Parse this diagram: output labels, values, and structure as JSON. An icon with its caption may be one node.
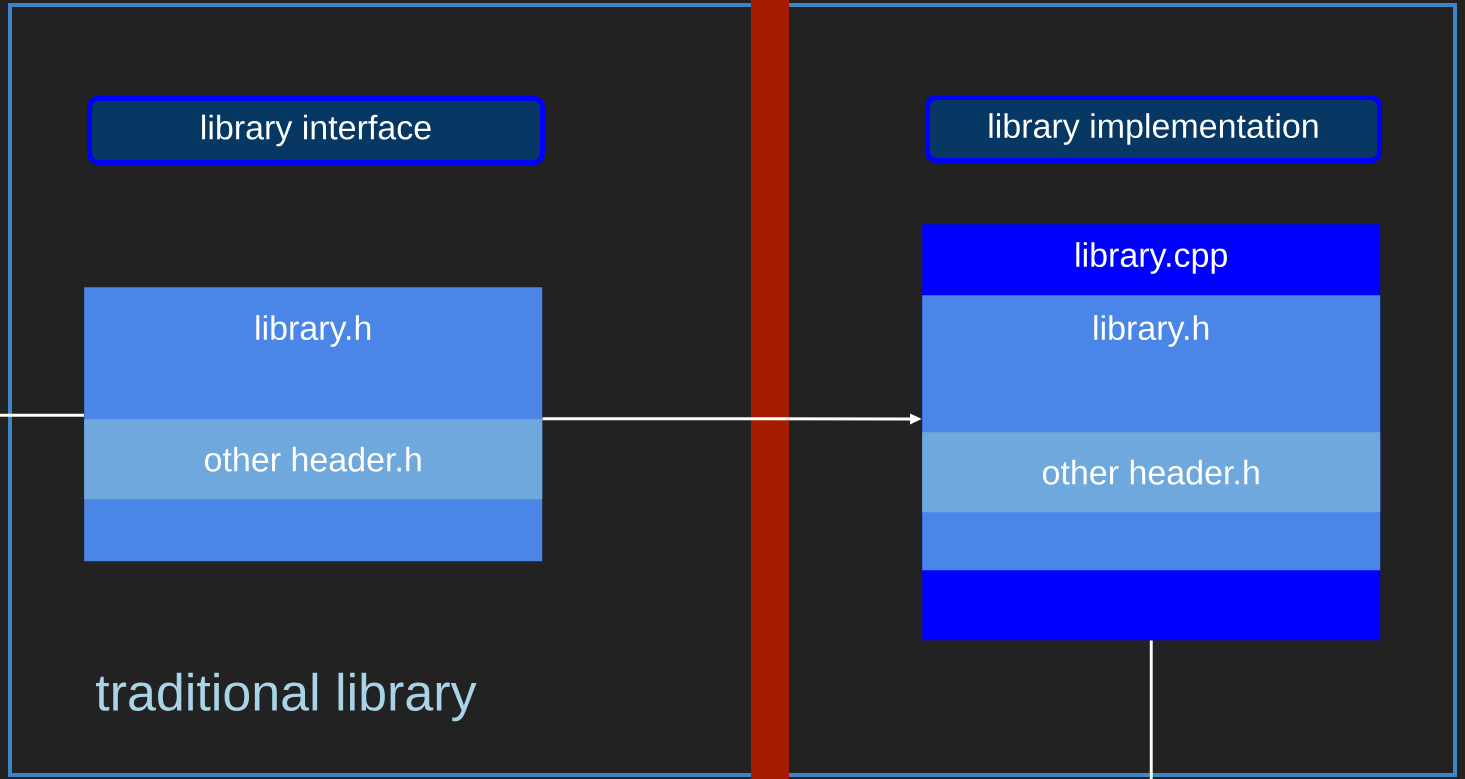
{
  "diagram": {
    "nodes": [
      {
        "text": [
          "library interface"
        ]
      },
      {
        "text": [
          "library implementation"
        ]
      },
      {
        "text": [
          "library.h"
        ]
      },
      {
        "text": [
          "other header.h"
        ],
        "in": 2
      },
      {
        "text": [
          "library.cpp"
        ]
      },
      {
        "text": [
          "library.h"
        ],
        "in": 4
      },
      {
        "text": [
          "other header.h"
        ],
        "in": 5
      }
    ],
    "edges": [
      {
        "from": null,
        "to": 2,
        "arrow": "none"
      },
      {
        "from": 2,
        "to": 5,
        "arrow": "to"
      },
      {
        "from": 4,
        "to": null,
        "arrow": "none"
      }
    ],
    "labels": [
      "traditional library"
    ]
  }
}
